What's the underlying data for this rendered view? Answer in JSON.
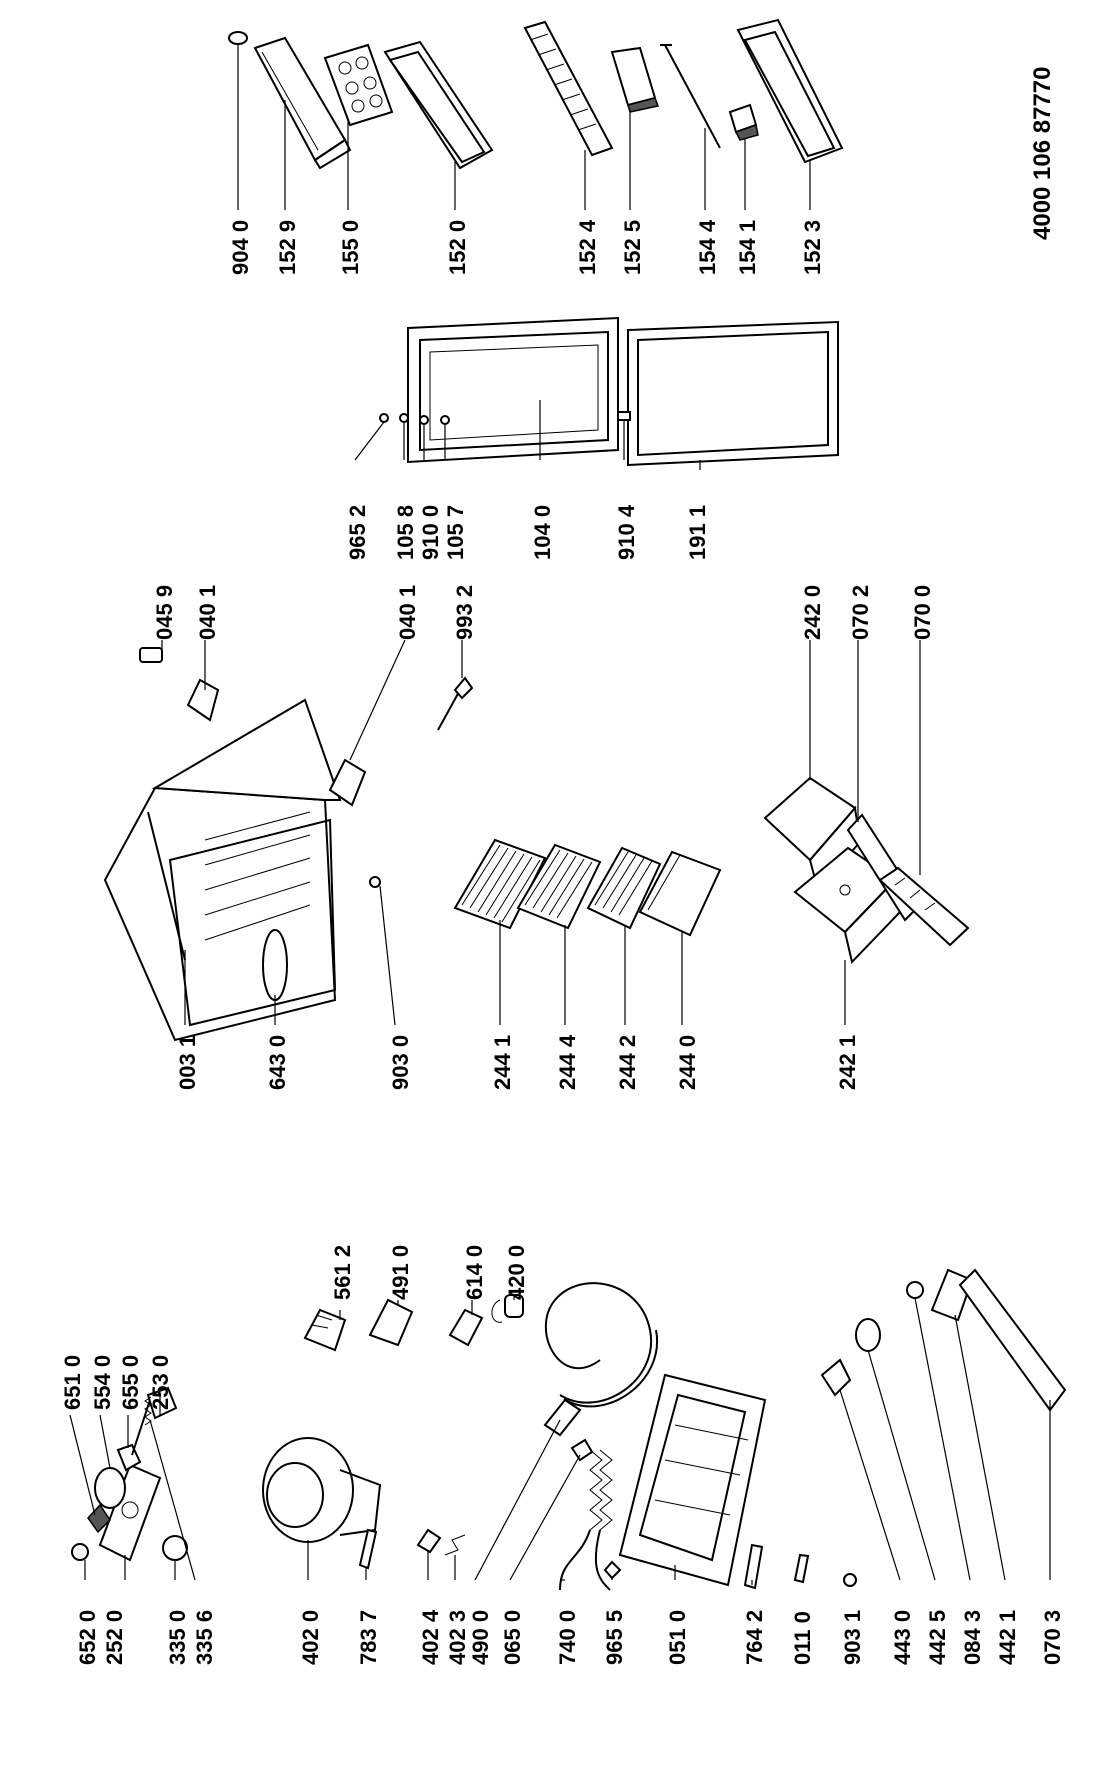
{
  "document_number": "4000 106 87770",
  "labels": {
    "l904_0": "904 0",
    "l152_9": "152 9",
    "l155_0": "155 0",
    "l152_0": "152 0",
    "l152_4": "152 4",
    "l152_5": "152 5",
    "l154_4": "154 4",
    "l154_1": "154 1",
    "l152_3": "152 3",
    "l965_2": "965 2",
    "l105_8": "105 8",
    "l910_0": "910 0",
    "l105_7": "105 7",
    "l104_0": "104 0",
    "l910_4": "910 4",
    "l191_1": "191 1",
    "l045_9": "045 9",
    "l040_1a": "040 1",
    "l040_1b": "040 1",
    "l993_2": "993 2",
    "l242_0": "242 0",
    "l070_2": "070 2",
    "l070_0": "070 0",
    "l003_1": "003 1",
    "l643_0": "643 0",
    "l903_0a": "903 0",
    "l244_1": "244 1",
    "l244_4": "244 4",
    "l244_2": "244 2",
    "l244_0": "244 0",
    "l242_1": "242 1",
    "l651_0": "651 0",
    "l554_0": "554 0",
    "l655_0": "655 0",
    "l253_0": "253 0",
    "l561_2": "561 2",
    "l491_0": "491 0",
    "l614_0": "614 0",
    "l420_0": "420 0",
    "l652_0": "652 0",
    "l252_0": "252 0",
    "l335_0": "335 0",
    "l335_6": "335 6",
    "l402_0": "402 0",
    "l783_7": "783 7",
    "l402_4": "402 4",
    "l402_3": "402 3",
    "l490_0": "490 0",
    "l065_0": "065 0",
    "l740_0": "740 0",
    "l965_5": "965 5",
    "l051_0": "051 0",
    "l764_2": "764 2",
    "l011_0": "011 0",
    "l903_1": "903 1",
    "l443_0": "443 0",
    "l442_5": "442 5",
    "l084_3": "084 3",
    "l442_1": "442 1",
    "l070_3": "070 3"
  }
}
